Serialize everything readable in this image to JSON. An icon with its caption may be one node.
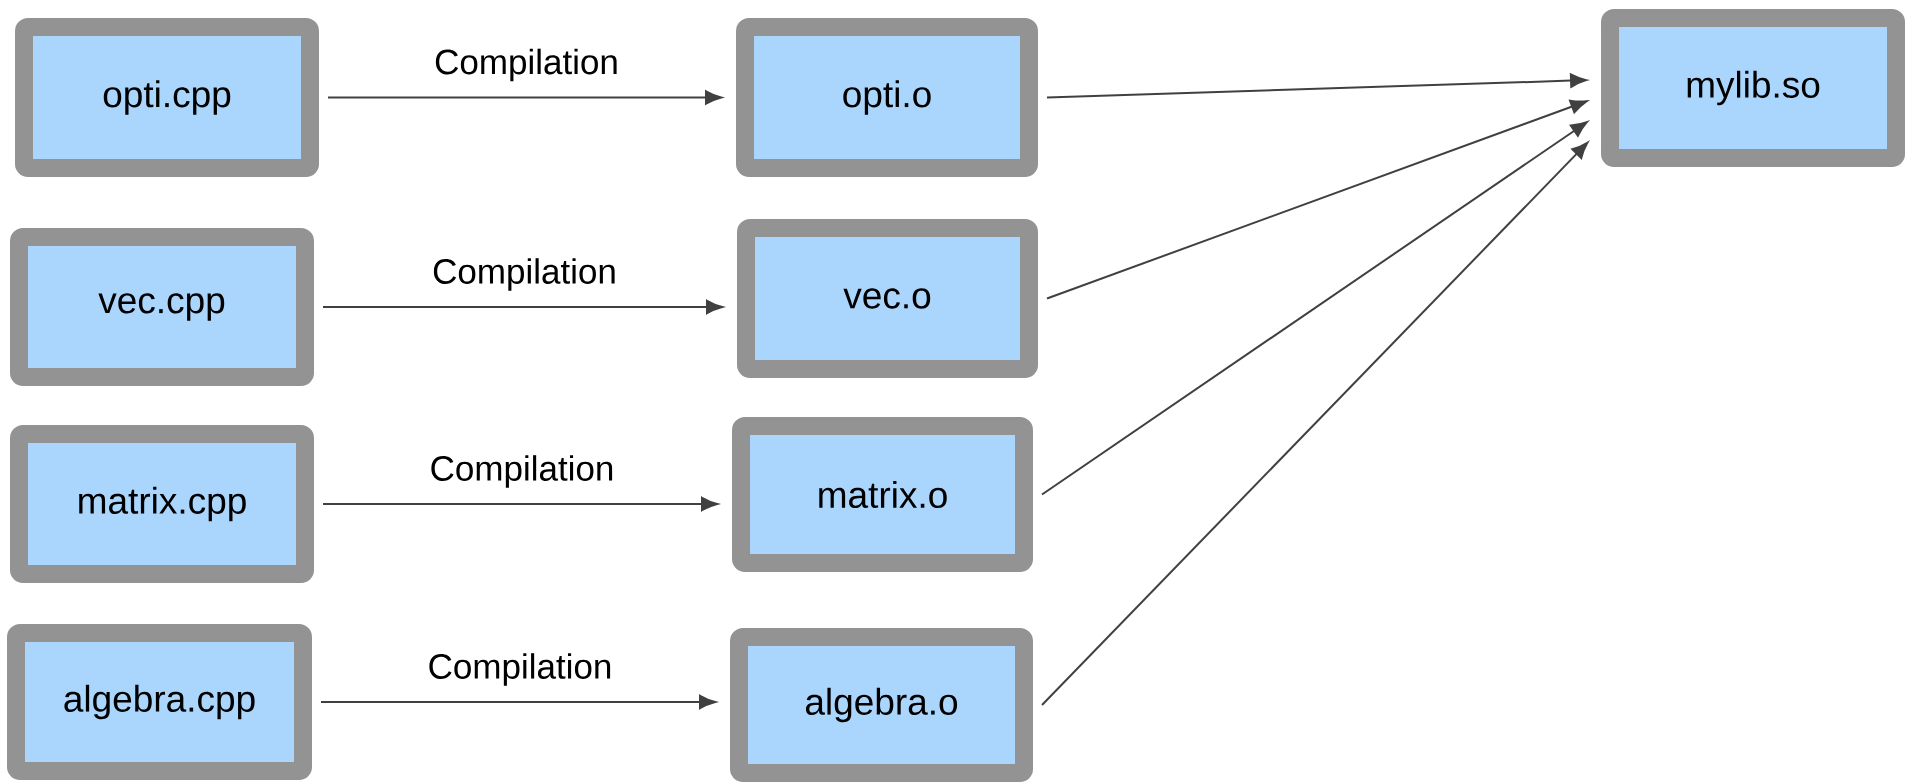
{
  "diagram": {
    "nodes": [
      {
        "text": [
          "opti.cpp"
        ]
      },
      {
        "text": [
          "vec.cpp"
        ]
      },
      {
        "text": [
          "matrix.cpp"
        ]
      },
      {
        "text": [
          "algebra.cpp"
        ]
      },
      {
        "text": [
          "opti.o"
        ]
      },
      {
        "text": [
          "vec.o"
        ]
      },
      {
        "text": [
          "matrix.o"
        ]
      },
      {
        "text": [
          "algebra.o"
        ]
      },
      {
        "text": [
          "mylib.so"
        ]
      }
    ],
    "edges": [
      {
        "from": 0,
        "to": 4,
        "arrow": "to",
        "label": "Compilation"
      },
      {
        "from": 1,
        "to": 5,
        "arrow": "to",
        "label": "Compilation"
      },
      {
        "from": 2,
        "to": 6,
        "arrow": "to",
        "label": "Compilation"
      },
      {
        "from": 3,
        "to": 7,
        "arrow": "to",
        "label": "Compilation"
      },
      {
        "from": 4,
        "to": 8,
        "arrow": "to"
      },
      {
        "from": 5,
        "to": 8,
        "arrow": "to"
      },
      {
        "from": 6,
        "to": 8,
        "arrow": "to"
      },
      {
        "from": 7,
        "to": 8,
        "arrow": "to"
      }
    ]
  }
}
